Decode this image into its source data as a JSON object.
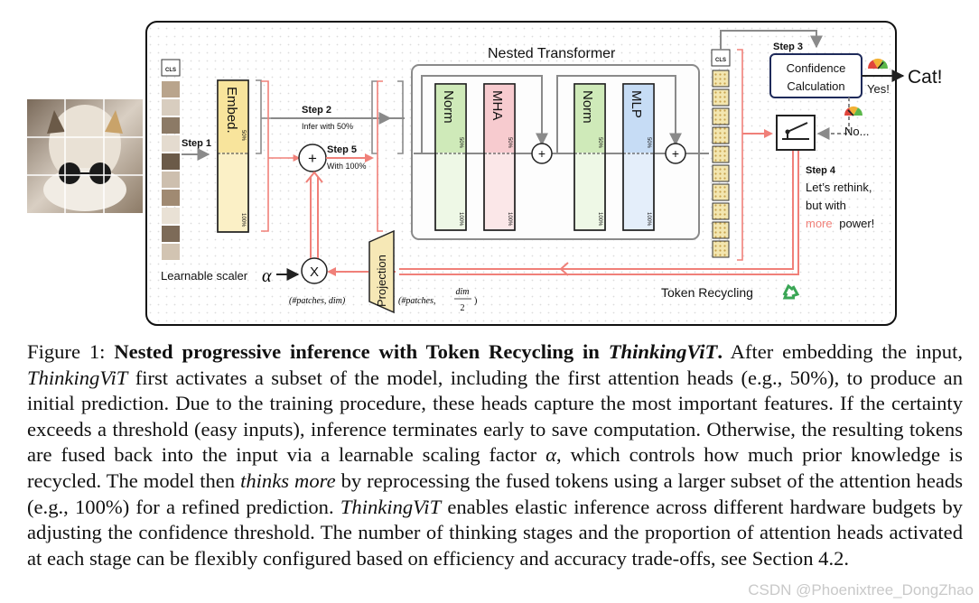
{
  "diagram": {
    "nested_transformer_title": "Nested Transformer",
    "cls_token": "CLS",
    "embed_label": "Embed.",
    "pct_50": "50%",
    "pct_100": "100%",
    "blocks": {
      "norm1": "Norm",
      "mha": "MHA",
      "norm2": "Norm",
      "mlp": "MLP"
    },
    "steps": {
      "step1": "Step 1",
      "step2": "Step 2",
      "step2_sub": "Infer with 50%",
      "step3": "Step 3",
      "step4": "Step 4",
      "step5": "Step 5",
      "step5_sub": "With 100%"
    },
    "confidence_line1": "Confidence",
    "confidence_line2": "Calculation",
    "yes_label": "Yes!",
    "no_label": "No...",
    "output_label": "Cat!",
    "rethink_line1": "Let’s rethink,",
    "rethink_line2": "but with",
    "rethink_more": "more",
    "rethink_power": "power!",
    "token_recycling": "Token Recycling",
    "learnable_scaler": "Learnable scaler",
    "alpha": "α",
    "projection": "Projection",
    "dims_left": "(#patches, dim)",
    "dims_right_prefix": "(#patches,",
    "dims_right_num": "dim",
    "dims_right_den": "2",
    "plus": "+",
    "times": "X",
    "colors": {
      "embed": "#fbf0c6",
      "norm": "#d9f0c6",
      "mha": "#f9d3d6",
      "mlp": "#cfe2f7",
      "recycle": "#f08079",
      "token": "#f2e3a8",
      "outer_border": "#111111",
      "inner_border": "#8a8a8a"
    }
  },
  "caption": {
    "figure_label": "Figure 1:",
    "title_bold": "Nested progressive inference with Token Recycling in",
    "title_model": "ThinkingViT",
    "title_end": ".",
    "s1": "After embedding the input,",
    "model1": "ThinkingViT",
    "s2": "first activates a subset of the model, including the first attention heads (e.g., 50%), to produce an initial prediction. Due to the training procedure, these heads capture the most important features. If the certainty exceeds a threshold (easy inputs), inference terminates early to save computation. Otherwise, the resulting tokens are fused back into the input via a learnable scaling factor",
    "alpha": "α",
    "s3": ", which controls how much prior knowledge is recycled. The model then",
    "thinks_more": "thinks more",
    "s4": "by reprocessing the fused tokens using a larger subset of the attention heads (e.g., 100%) for a refined prediction.",
    "model2": "ThinkingViT",
    "s5": "enables elastic inference across different hardware budgets by adjusting the confidence threshold. The number of thinking stages and the proportion of attention heads activated at each stage can be flexibly configured based on efficiency and accuracy trade-offs, see Section 4.2."
  },
  "watermark": "CSDN @Phoenixtree_DongZhao"
}
